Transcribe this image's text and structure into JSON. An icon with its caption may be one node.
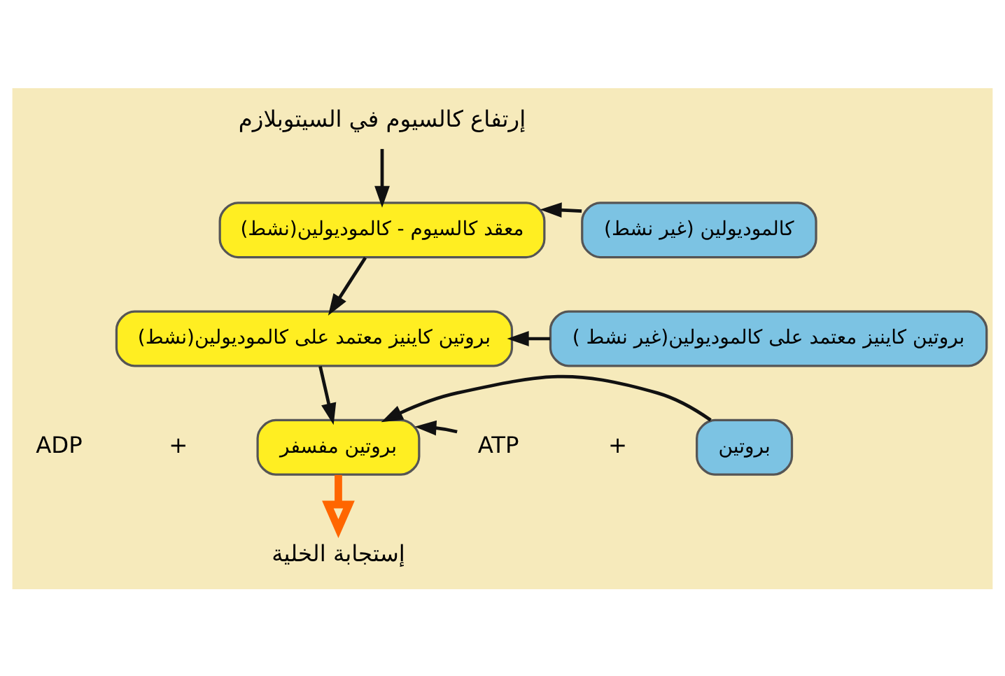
{
  "diagram": {
    "nodes": [
      {
        "text": [
          "إرتفاع كالسيوم في السيتوبلازم"
        ]
      },
      {
        "text": [
          "كالموديولين (غير نشط)"
        ]
      },
      {
        "text": [
          "معقد كالسيوم - كالموديولين(نشط)"
        ]
      },
      {
        "text": [
          "بروتين كاينيز معتمد على كالموديولين(غير نشط )"
        ]
      },
      {
        "text": [
          "بروتين كاينيز معتمد على كالموديولين(نشط)"
        ]
      },
      {
        "text": [
          "بروتين"
        ]
      },
      {
        "text": [
          "ATP"
        ]
      },
      {
        "text": [
          "بروتين مفسفر"
        ]
      },
      {
        "text": [
          "ADP"
        ]
      },
      {
        "text": [
          "إستجابة الخلية"
        ]
      }
    ],
    "edges": [
      {
        "from": 0,
        "to": 2,
        "arrow": "to"
      },
      {
        "from": 1,
        "to": 2,
        "arrow": "to"
      },
      {
        "from": 2,
        "to": 4,
        "arrow": "to"
      },
      {
        "from": 3,
        "to": 4,
        "arrow": "to"
      },
      {
        "from": 4,
        "to": 7,
        "arrow": "to"
      },
      {
        "from": 6,
        "to": 7,
        "arrow": "to"
      },
      {
        "from": 5,
        "to": 7,
        "arrow": "to"
      },
      {
        "from": 7,
        "to": 9,
        "arrow": "to",
        "style": "thick",
        "color": "#ff6600"
      }
    ],
    "labels": [
      "+",
      "+"
    ]
  }
}
